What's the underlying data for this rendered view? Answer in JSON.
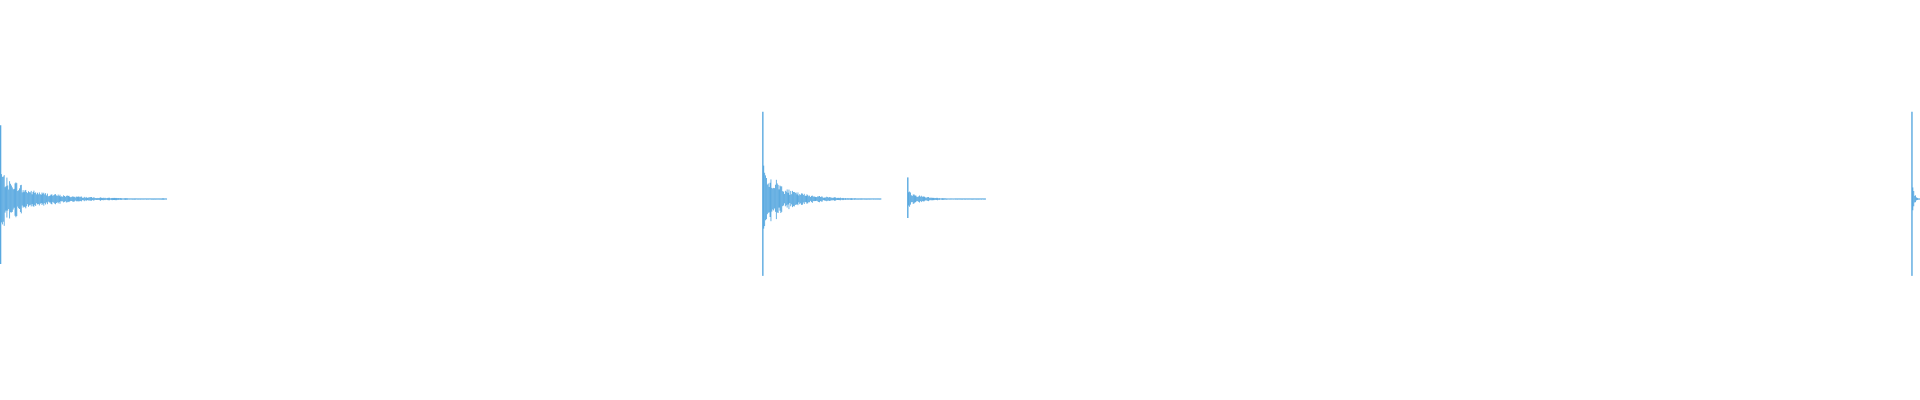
{
  "waveform": {
    "color": "#5aa9e0",
    "background": "#ffffff",
    "transients": [
      {
        "onset": 0.0,
        "peak_amplitude": 0.82,
        "tail": 0.087
      },
      {
        "onset": 0.397,
        "peak_amplitude": 0.97,
        "tail": 0.062
      },
      {
        "onset": 0.4725,
        "peak_amplitude": 0.24,
        "tail": 0.041
      },
      {
        "onset": 0.9955,
        "peak_amplitude": 0.97,
        "tail": 0.0045
      }
    ]
  }
}
